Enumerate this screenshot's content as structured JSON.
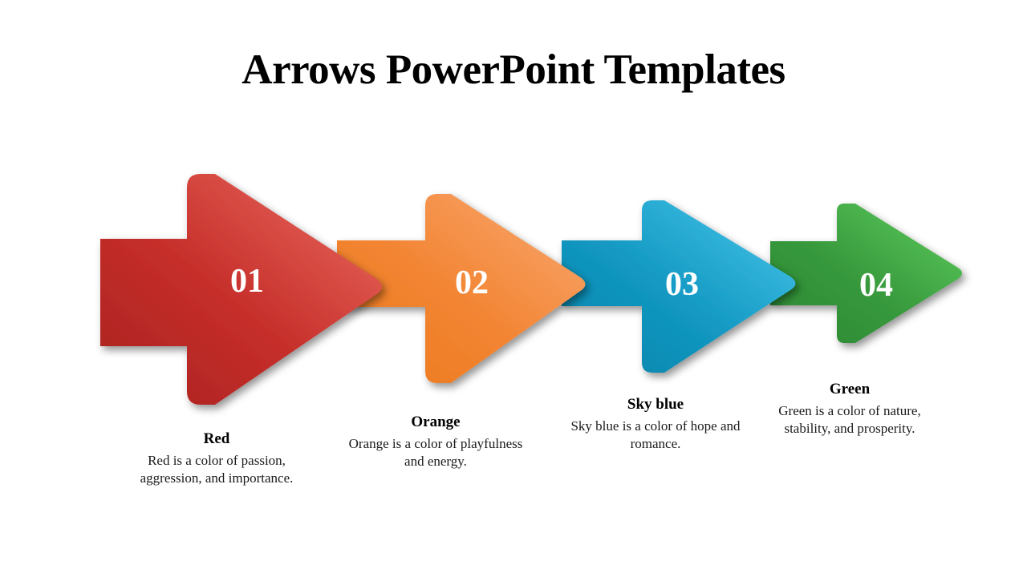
{
  "slide": {
    "title": "Arrows PowerPoint Templates",
    "background_color": "#ffffff"
  },
  "steps": [
    {
      "number": "01",
      "title": "Red",
      "description": "Red is a color of passion, aggression, and importance.",
      "color_dark": "#B02623",
      "color_light": "#E9675E",
      "accent": "#D03530"
    },
    {
      "number": "02",
      "title": "Orange",
      "description": "Orange is a color of playfulness and energy.",
      "color_dark": "#EF7F20",
      "color_light": "#F9A269",
      "accent": "#F4853A"
    },
    {
      "number": "03",
      "title": "Sky blue",
      "description": "Sky blue is a color of hope and romance.",
      "color_dark": "#0E86AC",
      "color_light": "#45C3E8",
      "accent": "#1AA3CC"
    },
    {
      "number": "04",
      "title": "Green",
      "description": "Green is a color of nature, stability,  and prosperity.",
      "color_dark": "#2E8B36",
      "color_light": "#5CCB5C",
      "accent": "#3FA844"
    }
  ]
}
